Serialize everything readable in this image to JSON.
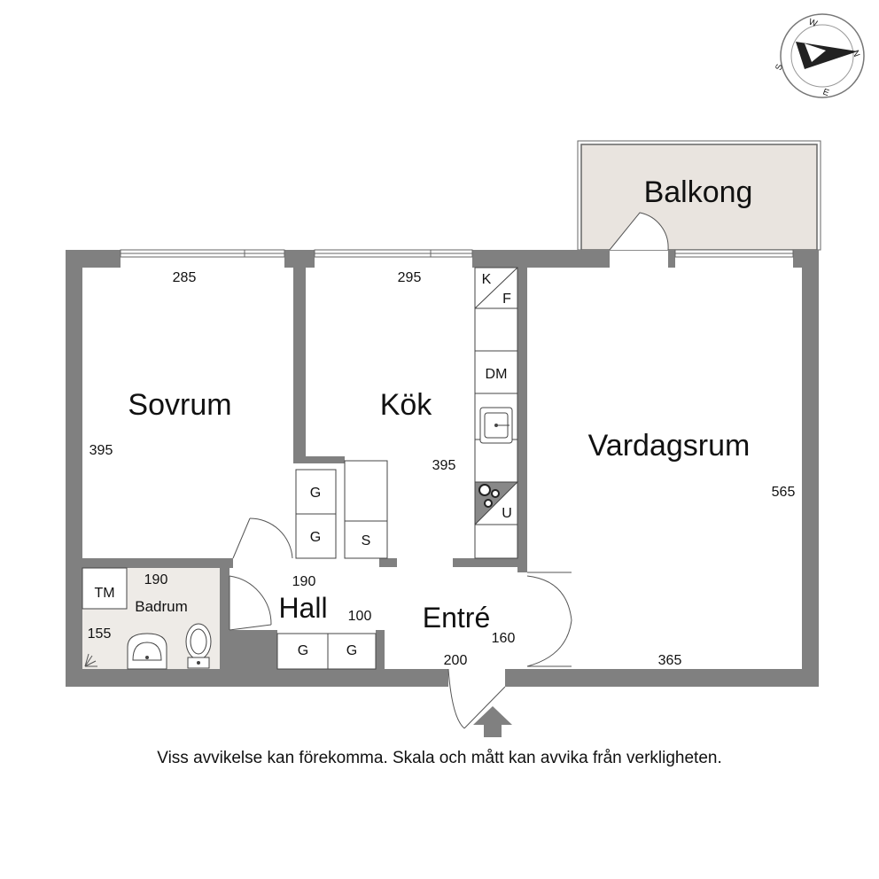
{
  "rooms": {
    "balcony": "Balkong",
    "bedroom": "Sovrum",
    "kitchen": "Kök",
    "living": "Vardagsrum",
    "hall": "Hall",
    "entry": "Entré",
    "bathroom": "Badrum"
  },
  "dimensions": {
    "bedroom_width": "285",
    "bedroom_depth": "395",
    "kitchen_width": "295",
    "kitchen_depth": "395",
    "living_depth": "565",
    "living_width": "365",
    "bathroom_width": "190",
    "bathroom_depth": "155",
    "hall_width": "190",
    "hall_depth": "100",
    "entry_width": "200",
    "entry_depth": "160"
  },
  "fixtures": {
    "fridge_top": "K",
    "fridge_bottom": "F",
    "dishwasher": "DM",
    "oven": "U",
    "wardrobe_1": "G",
    "wardrobe_2": "G",
    "storage": "S",
    "hall_wardrobe_1": "G",
    "hall_wardrobe_2": "G",
    "dryer": "TM"
  },
  "compass": {
    "n": "N",
    "e": "E",
    "s": "S",
    "w": "W"
  },
  "disclaimer": "Viss avvikelse kan förekomma. Skala och mått kan avvika från verkligheten.",
  "colors": {
    "wall": "#808080",
    "balcony_fill": "#e9e4df",
    "bathroom_fill": "#eeebe7"
  }
}
